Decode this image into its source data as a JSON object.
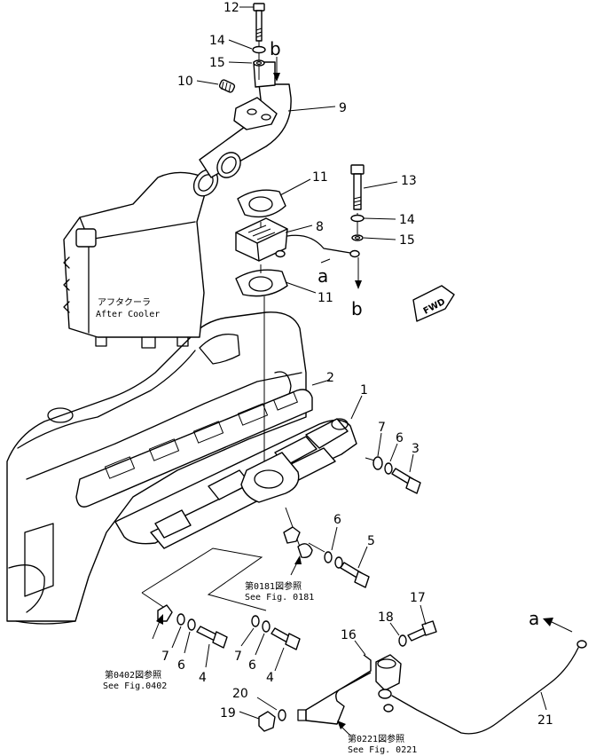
{
  "parts": {
    "p1": "1",
    "p2": "2",
    "p3": "3",
    "p4a": "4",
    "p4b": "4",
    "p5": "5",
    "p6a": "6",
    "p6b": "6",
    "p6c": "6",
    "p6d": "6",
    "p7a": "7",
    "p7b": "7",
    "p7c": "7",
    "p8": "8",
    "p9": "9",
    "p10": "10",
    "p11a": "11",
    "p11b": "11",
    "p12": "12",
    "p13": "13",
    "p14a": "14",
    "p14b": "14",
    "p15a": "15",
    "p15b": "15",
    "p16": "16",
    "p17": "17",
    "p18": "18",
    "p19": "19",
    "p20": "20",
    "p21": "21"
  },
  "markers": {
    "b_top": "b",
    "b_right": "b",
    "a_mid": "a",
    "a_bottom": "a"
  },
  "labels": {
    "aftercooler_jp": "アフタクーラ",
    "aftercooler_en": "After Cooler",
    "fwd": "FWD"
  },
  "references": {
    "ref0181_jp": "第0181図参照",
    "ref0181_en": "See Fig. 0181",
    "ref0402_jp": "第0402図参照",
    "ref0402_en": "See Fig.0402",
    "ref0221_jp": "第0221図参照",
    "ref0221_en": "See Fig. 0221"
  }
}
